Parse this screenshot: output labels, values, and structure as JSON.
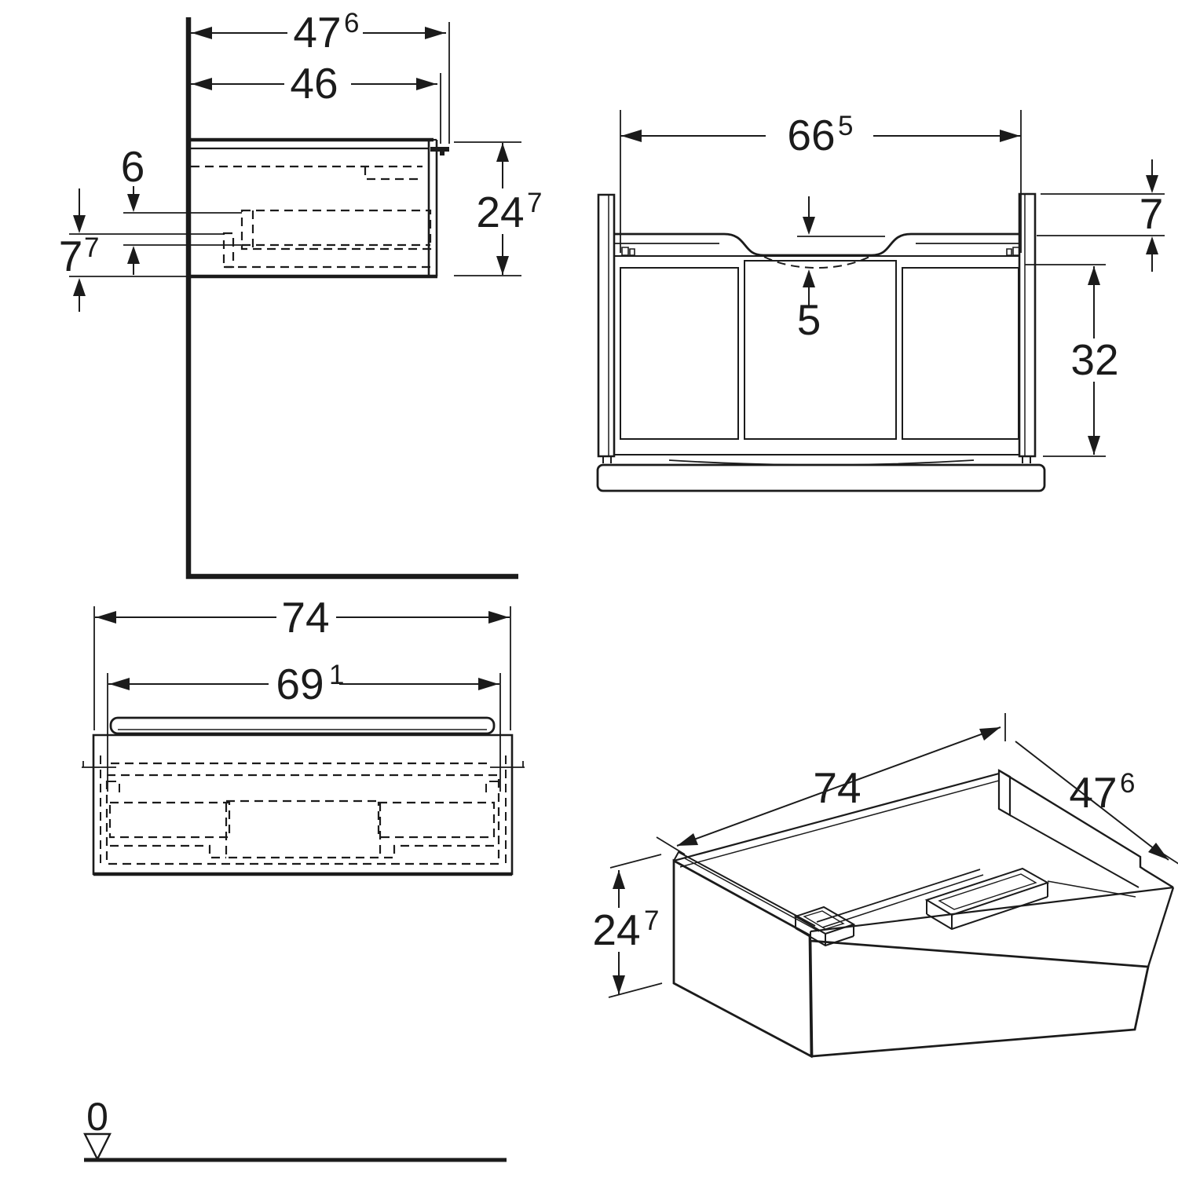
{
  "drawing": {
    "type": "furniture-technical-drawing",
    "subject": "washbasin cabinet with one drawer, four orthographic/perspective views with dimensions in cm",
    "ink_color": "#1b1b1b",
    "background_color": "#ffffff",
    "side_view": {
      "overall_depth": {
        "n": "47",
        "s": "6"
      },
      "body_depth": {
        "n": "46",
        "s": ""
      },
      "cutout_offset": {
        "n": "6",
        "s": ""
      },
      "cutout_height": {
        "n": "7",
        "s": "7"
      },
      "height": {
        "n": "24",
        "s": "7"
      }
    },
    "front_view": {
      "inner_width": {
        "n": "66",
        "s": "5"
      },
      "rim_height": {
        "n": "7",
        "s": ""
      },
      "basin_recess_depth": {
        "n": "5",
        "s": ""
      },
      "inner_clearance_height": {
        "n": "32",
        "s": ""
      }
    },
    "plan_view": {
      "overall_width": {
        "n": "74",
        "s": ""
      },
      "inner_width": {
        "n": "69",
        "s": "1"
      }
    },
    "perspective_view": {
      "width": {
        "n": "74",
        "s": ""
      },
      "depth": {
        "n": "47",
        "s": "6"
      },
      "height": {
        "n": "24",
        "s": "7"
      }
    },
    "datum": {
      "zero_label": "0"
    }
  }
}
